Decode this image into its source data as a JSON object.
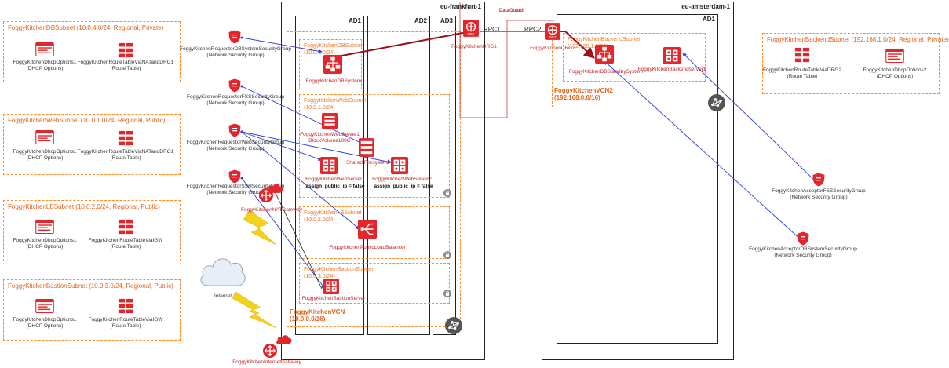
{
  "regions": {
    "frankfurt": "eu-frankfurt-1",
    "amsterdam": "eu-amsterdam-1"
  },
  "ads": {
    "ad1": "AD1",
    "ad2": "AD2",
    "ad3": "AD3",
    "ams_ad1": "AD1"
  },
  "left_subnets": [
    {
      "title": "FoggyKitchenDBSubnet (10.0.4.0/24, Regional, Private)",
      "dhcp": [
        "FoggyKitchenDhcpOptions1",
        "(DHCP Options)"
      ],
      "route": [
        "FoggyKitchenRouteTableViaNATandDRG1",
        "(Route Table)"
      ]
    },
    {
      "title": "FoggyKitchenWebSubnet (10.0.1.0/24, Regional, Public)",
      "dhcp": [
        "FoggyKitchenDhcpOptions1",
        "(DHCP Options)"
      ],
      "route": [
        "FoggyKitchenRouteTableViaNATandDRG1",
        "(Route Table)"
      ]
    },
    {
      "title": "FoggyKitchenLBSubnet (10.0.2.0/24, Regional, Public)",
      "dhcp": [
        "FoggyKitchenDhcpOptions1",
        "(DHCP Options)"
      ],
      "route": [
        "FoggyKitchenRouteTableViaIGW",
        "(Route Table)"
      ]
    },
    {
      "title": "FoggyKitchenBastionSubnet (10.0.3.0/24, Regional, Public)",
      "dhcp": [
        "FoggyKitchenDhcpOptions1",
        "(DHCP Options)"
      ],
      "route": [
        "FoggyKitchenRouteTableViaIGW",
        "(Route Table)"
      ]
    }
  ],
  "nsgs_left": [
    {
      "name": "FoggyKitchenRequestorDBSystemSecurityGroup",
      "type": "(Network Security Group)"
    },
    {
      "name": "FoggyKitchenRequestorFSSSecurityGroup",
      "type": "(Network Security Group)"
    },
    {
      "name": "FoggyKitchenRequestorWebSecurityGroup",
      "type": "(Network Security Group)"
    },
    {
      "name": "FoggyKitchenRequestorSSHSecurityGroup",
      "type": "(Network Security Group)"
    }
  ],
  "gateways": {
    "nat": "FoggyKitchenNATGateway",
    "igw": "FoggyKitchenInternetGateway",
    "internet": "Internet",
    "drg1": "FoggyKitchenDRG1",
    "drg2": "FoggyKitchenDRG2",
    "drg_badge": "DRG",
    "rpc1": "RPC1",
    "rpc2": "RPC2",
    "dataguard": "DataGuard"
  },
  "frankfurt_inner": {
    "db_subnet": [
      "FoggyKitchenDBSubnet",
      "(10.0.4.0/24)"
    ],
    "db_system": "FoggyKitchenDBSystem",
    "web_subnet": [
      "FoggyKitchenWebSubnet",
      "(10.0.1.0/24)"
    ],
    "web1": "FoggyKitchenWebServer1",
    "web2": "FoggyKitchenWebServer2",
    "assign_ip": "assign_public_ip = false",
    "block_volume": [
      "FoggyKitchenWebServer1",
      "BlockVolume100G"
    ],
    "shared_fs": "Shared Filesystem",
    "lb_subnet": [
      "FoggyKitchenLBSubnet",
      "(10.0.2.0/24)"
    ],
    "lb": "FoggyKitchenPublicLoadBalancer",
    "bastion_subnet": [
      "FoggyKitchenBastionSubnet",
      "(10.0.3.0/24)"
    ],
    "bastion": "FoggyKitchenBastionServer",
    "vcn": [
      "FoggyKitchenVCN",
      "(10.0.0.0/16)"
    ]
  },
  "amsterdam_inner": {
    "backend_subnet": [
      "FoggyKitchenBackendSubnet",
      "(192.168.1.0/24)"
    ],
    "db_standby": "FoggyKitchenDBStandbySystem",
    "backend_server": "FoggyKitchenBackendserver1",
    "vcn2": [
      "FoggyKitchenVCN2",
      "(192.168.0.0/16)"
    ]
  },
  "right_subnet": {
    "title": "FoggyKitchenBackendSubnet (192.168.1.0/24, Regional, Private)",
    "route": [
      "FoggyKitchenRouteTableViaDRG2",
      "(Route Table)"
    ],
    "dhcp": [
      "FoggyKitchenDhcpOptions2",
      "(DHCP Options)"
    ]
  },
  "nsgs_right": [
    {
      "name": "FoggyKitchenAcceptorFSSSecurityGroup",
      "type": "(Network Security Group)"
    },
    {
      "name": "FoggyKitchenAcceptorDBSystemSecurityGroup",
      "type": "(Network Security Group)"
    }
  ],
  "colors": {
    "oracle_red": "#e3262b",
    "subnet_orange": "#ff8c2a",
    "link_blue": "#2a3fd6",
    "dataguard_red": "#9b0f14",
    "lightning": "#f5d21a"
  },
  "icons": {
    "dhcp": "dhcp-options-icon",
    "route": "route-table-icon",
    "nsg": "shield-icon",
    "drg": "drg-router-icon",
    "server": "server-icon",
    "lb": "load-balancer-icon",
    "storage": "storage-icon",
    "vcn": "vcn-mesh-icon",
    "lock": "lock-icon",
    "cloud": "cloud-icon"
  }
}
